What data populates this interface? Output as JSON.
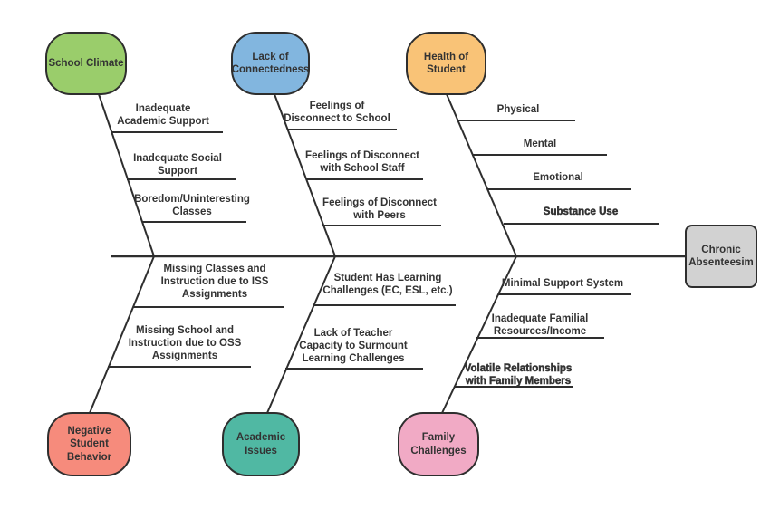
{
  "effect": {
    "label": "Chronic\nAbsenteesim"
  },
  "categories": [
    {
      "label": "School Climate",
      "causes": [
        "Inadequate\nAcademic Support",
        "Inadequate Social\nSupport",
        "Boredom/Uninteresting\nClasses"
      ]
    },
    {
      "label": "Lack of\nConnectedness",
      "causes": [
        "Feelings of\nDisconnect to School",
        "Feelings of Disconnect\nwith School Staff",
        "Feelings of Disconnect\nwith Peers"
      ]
    },
    {
      "label": "Health of\nStudent",
      "causes": [
        "Physical",
        "Mental",
        "Emotional",
        "Substance Use"
      ]
    },
    {
      "label": "Negative\nStudent\nBehavior",
      "causes": [
        "Missing Classes and\nInstruction due to ISS\nAssignments",
        "Missing School and\nInstruction due to OSS\nAssignments"
      ]
    },
    {
      "label": "Academic\nIssues",
      "causes": [
        "Student Has Learning\nChallenges (EC, ESL, etc.)",
        "Lack of Teacher\nCapacity to Surmount\nLearning Challenges"
      ]
    },
    {
      "label": "Family\nChallenges",
      "causes": [
        "Minimal Support System",
        "Inadequate Familial\nResources/Income",
        "Volatile Relationships\nwith Family Members"
      ]
    }
  ],
  "colors": {
    "background": "#ffffff",
    "line": "#2e2e2e",
    "text": "#333333",
    "school_climate": "#9acd6b",
    "lack_of_connectedness": "#82b6df",
    "health_of_student": "#f9c377",
    "negative_student_behavior": "#f68b7c",
    "academic_issues": "#50b8a3",
    "family_challenges": "#f1aac5",
    "effect_box": "#d2d2d2"
  }
}
